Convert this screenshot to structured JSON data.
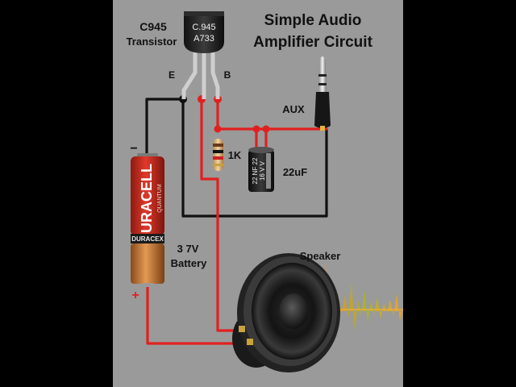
{
  "title": {
    "line1": "Simple Audio",
    "line2": "Amplifier Circuit"
  },
  "transistor": {
    "name": "C945",
    "kind": "Transistor",
    "marking_top": "C.945",
    "marking_bottom": "A733",
    "pin_e": "E",
    "pin_b": "B"
  },
  "aux": {
    "label": "AUX"
  },
  "resistor": {
    "label": "1K"
  },
  "capacitor": {
    "label": "22uF",
    "marking_1": "22 NF 22",
    "marking_2": "16 V V"
  },
  "battery": {
    "brand": "URACELL",
    "sub_brand": "QUANTUM",
    "band_text": "DURACEX",
    "voltage": "3 7V",
    "name": "Battery",
    "minus": "−",
    "plus": "+"
  },
  "speaker": {
    "label": "Speaker"
  },
  "colors": {
    "background": "#9a9a9a",
    "side_bars": "#000000",
    "wire_black": "#111111",
    "wire_red": "#e02020",
    "battery_red": "#d42a1f",
    "battery_copper": "#c8742f"
  }
}
